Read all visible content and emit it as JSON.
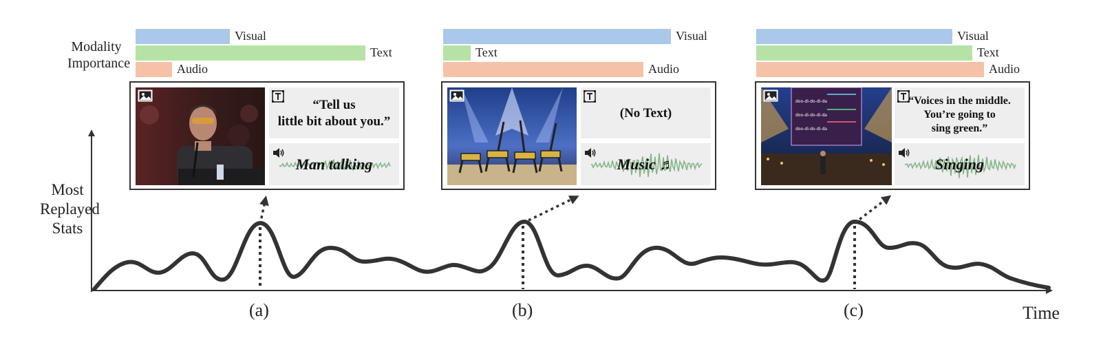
{
  "modality_label": [
    "Modality",
    "Importance"
  ],
  "y_axis_label": [
    "Most",
    "Replayed",
    "Stats"
  ],
  "x_axis_label": "Time",
  "colors": {
    "visual": "#a9c8ea",
    "text": "#b6e3a5",
    "audio": "#f5c2a6",
    "wave": "#86b58b",
    "curve": "#333333"
  },
  "modalities": [
    "Visual",
    "Text",
    "Audio"
  ],
  "moments": [
    {
      "id": "a",
      "label": "(a)",
      "importance": {
        "visual": 0.41,
        "text": 1.0,
        "audio": 0.16
      },
      "text_quote": [
        "“Tell us",
        "little bit about you.”"
      ],
      "audio_label": "Man talking",
      "scene_icon": "man-at-judges-desk-image",
      "text_icon": "text-icon",
      "audio_icon": "speaker-icon",
      "image_icon": "image-icon"
    },
    {
      "id": "b",
      "label": "(b)",
      "importance": {
        "visual": 1.0,
        "text": 0.12,
        "audio": 0.88
      },
      "text_quote": [
        "(No Text)"
      ],
      "audio_label": "Music ♬",
      "scene_icon": "robot-dogs-on-stage-image",
      "text_icon": "text-icon",
      "audio_icon": "speaker-icon",
      "image_icon": "image-icon"
    },
    {
      "id": "c",
      "label": "(c)",
      "importance": {
        "visual": 0.86,
        "text": 0.95,
        "audio": 1.0
      },
      "text_quote": [
        "“Voices in the middle.",
        "You’re going to",
        "sing green.”"
      ],
      "audio_label": "Singing",
      "scene_icon": "stage-with-lyrics-screen-image",
      "text_icon": "text-icon",
      "audio_icon": "speaker-icon",
      "image_icon": "image-icon"
    }
  ]
}
